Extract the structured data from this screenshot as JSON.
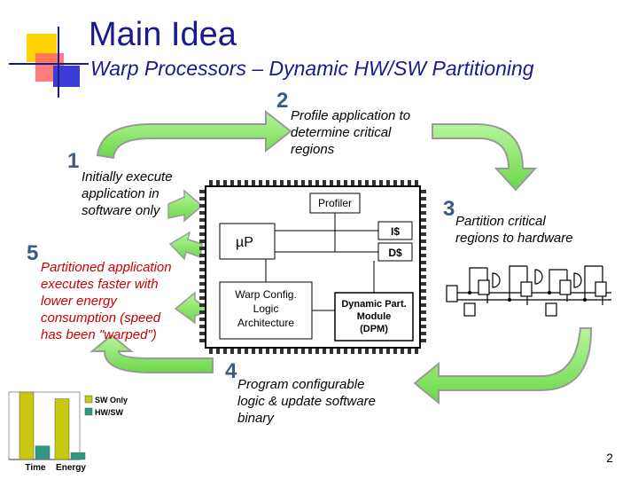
{
  "title": "Main Idea",
  "subtitle": "Warp Processors – Dynamic HW/SW Partitioning",
  "steps": [
    {
      "num": "1",
      "text": [
        "Initially execute",
        "application in",
        "software only"
      ]
    },
    {
      "num": "2",
      "text": [
        "Profile application to",
        "determine critical",
        "regions"
      ]
    },
    {
      "num": "3",
      "text": [
        "Partition critical",
        "regions to hardware"
      ]
    },
    {
      "num": "4",
      "text": [
        "Program configurable",
        "logic & update software",
        "binary"
      ]
    },
    {
      "num": "5",
      "text": [
        "Partitioned application",
        "executes faster with",
        "lower energy",
        "consumption (speed",
        "has been \"warped\")"
      ]
    }
  ],
  "chip": {
    "profiler": "Profiler",
    "icache": "I$",
    "dcache": "D$",
    "up": "µP",
    "warp_config": [
      "Warp Config.",
      "Logic",
      "Architecture"
    ],
    "dpm": [
      "Dynamic Part.",
      "Module",
      "(DPM)"
    ]
  },
  "chart_data": {
    "type": "bar",
    "categories": [
      "Time",
      "Energy"
    ],
    "series": [
      {
        "name": "SW Only",
        "values": [
          1.0,
          0.9
        ]
      },
      {
        "name": "HW/SW",
        "values": [
          0.2,
          0.1
        ]
      }
    ],
    "ylim": [
      0,
      1
    ]
  },
  "page_number": "2",
  "colors": {
    "title": "#1a1a8c",
    "arrow_fill": "#8fe86a",
    "arrow_edge": "#9a9a9a",
    "annotation_red": "#cc0000",
    "bar_sw": "#c8c810",
    "bar_hw": "#2a9a80"
  }
}
